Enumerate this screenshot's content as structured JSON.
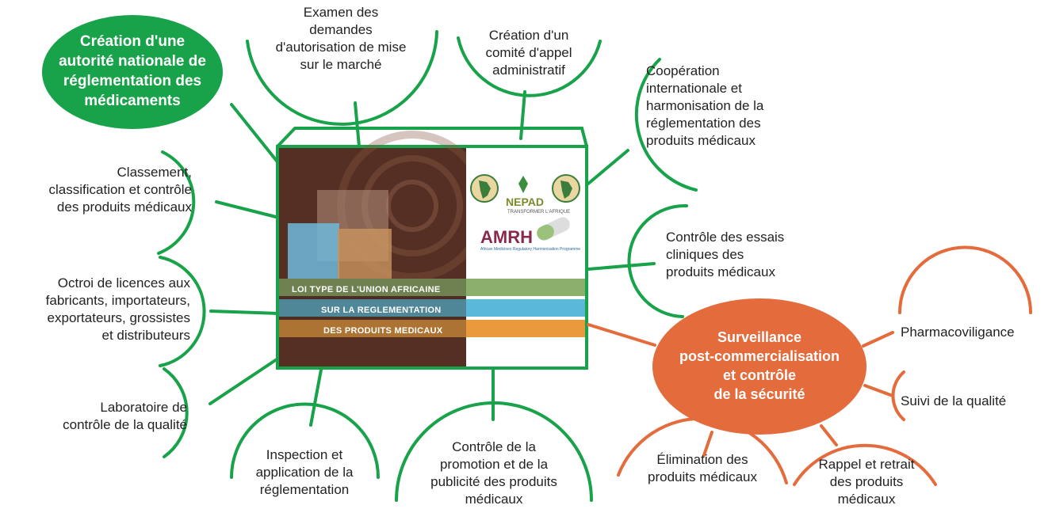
{
  "center": {
    "ribbon_lines": [
      "LOI TYPE DE L'UNION AFRICAINE",
      "SUR LA REGLEMENTATION",
      "DES PRODUITS MEDICAUX"
    ],
    "logo_nepad": "NEPAD",
    "logo_nepad_sub": "TRANSFORMER L'AFRIQUE",
    "logo_amrh": "AMRH",
    "logo_amrh_sub": "African Medicines Regulatory Harmonisation Programme"
  },
  "nodes": {
    "creation": [
      "Création d'une",
      "autorité nationale de",
      "réglementation des",
      "médicaments"
    ],
    "examen": [
      "Examen des",
      "demandes",
      "d'autorisation de mise",
      "sur le marché"
    ],
    "comite": [
      "Création d'un",
      "comité d'appel",
      "administratif"
    ],
    "cooperation": [
      "Coopération",
      "internationale et",
      "harmonisation de la",
      "réglementation des",
      "produits médicaux"
    ],
    "classement": [
      "Classement,",
      "classification et contrôle",
      "des produits médicaux"
    ],
    "essais": [
      "Contrôle des essais",
      "cliniques des",
      "produits médicaux"
    ],
    "octroi": [
      "Octroi de licences aux",
      "fabricants, importateurs,",
      "exportateurs, grossistes",
      "et distributeurs"
    ],
    "laboratoire": [
      "Laboratoire de",
      "contrôle de la qualité"
    ],
    "inspection": [
      "Inspection et",
      "application de la",
      "réglementation"
    ],
    "promotion": [
      "Contrôle de la",
      "promotion et de la",
      "publicité des produits",
      "médicaux"
    ],
    "surveillance": [
      "Surveillance",
      "post-commercialisation",
      "et contrôle",
      "de la sécurité"
    ],
    "pharmaco": [
      "Pharmacoviligance"
    ],
    "suivi": [
      "Suivi de la qualité"
    ],
    "elimination": [
      "Élimination des",
      "produits médicaux"
    ],
    "rappel": [
      "Rappel et retrait",
      "des produits",
      "médicaux"
    ]
  },
  "colors": {
    "green": "#18a24a",
    "orange": "#e36b3c"
  }
}
